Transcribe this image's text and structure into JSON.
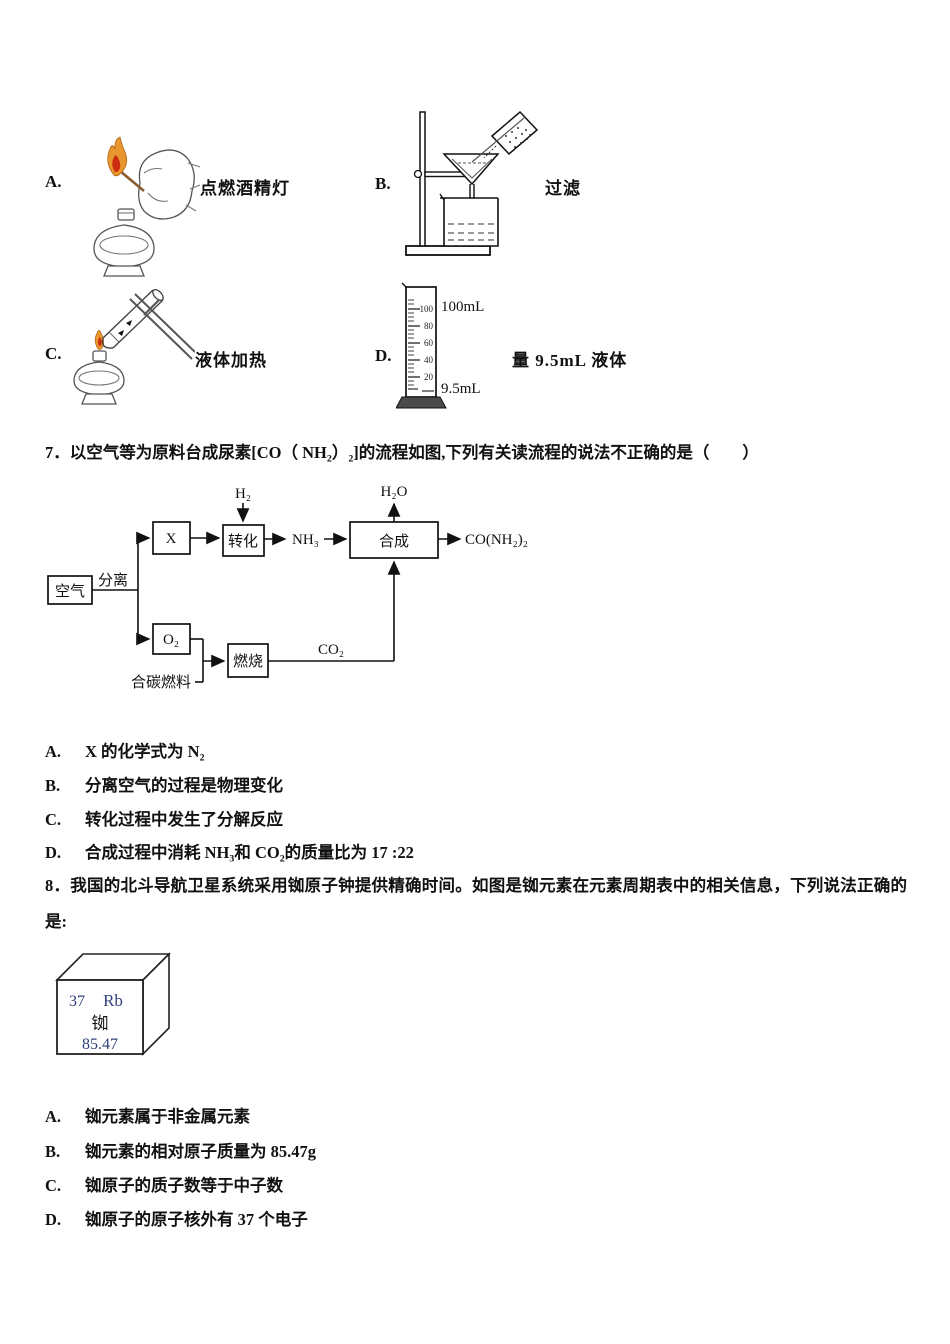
{
  "colors": {
    "flame_outer": "#e8962e",
    "flame_inner": "#cc2b10",
    "element_accent": "#31417c",
    "cylinder_base": "#4a4a4a"
  },
  "apparatus": {
    "a": {
      "label": "A.",
      "caption": "点燃酒精灯",
      "illustration": "lighting-alcohol-lamp"
    },
    "b": {
      "label": "B.",
      "caption": "过滤",
      "illustration": "filtration"
    },
    "c": {
      "label": "C.",
      "caption": "液体加热",
      "illustration": "heating-liquid"
    },
    "d": {
      "label": "D.",
      "caption": "量 9.5mL 液体",
      "illustration": "measuring-cylinder"
    },
    "cylinder": {
      "capacity_label": "100mL",
      "volume_label": "9.5mL",
      "ticks": [
        "100",
        "80",
        "60",
        "40",
        "20"
      ]
    }
  },
  "q7": {
    "number": "7．",
    "text": "以空气等为原料台成尿素[CO（ NH₂）₂]的流程如图,下列有关读流程的说法不正确的是（　　）",
    "diagram": {
      "air": "空气",
      "separate": "分离",
      "x": "X",
      "o2": "O₂",
      "convert": "转化",
      "synth": "合成",
      "burn": "燃烧",
      "h2": "H₂",
      "h2o": "H₂O",
      "nh3": "NH₃",
      "co2": "CO₂",
      "fuel": "合碳燃料",
      "product": "CO(NH₂)₂"
    },
    "options": [
      {
        "label": "A.",
        "text": "X 的化学式为 N₂"
      },
      {
        "label": "B.",
        "text": "分离空气的过程是物理变化"
      },
      {
        "label": "C.",
        "text": "转化过程中发生了分解反应"
      },
      {
        "label": "D.",
        "text": "合成过程中消耗 NH₃和 CO₂的质量比为 17 :22"
      }
    ]
  },
  "q8": {
    "number": "8．",
    "line1": "我国的北斗导航卫星系统采用铷原子钟提供精确时间。如图是铷元素在元素周期表中的相关信息，下列说法正确的",
    "line2": "是:",
    "element": {
      "atomic_number": "37",
      "symbol": "Rb",
      "name": "铷",
      "atomic_mass": "85.47"
    },
    "options": [
      {
        "label": "A.",
        "text": "铷元素属于非金属元素"
      },
      {
        "label": "B.",
        "text": "铷元素的相对原子质量为 85.47g"
      },
      {
        "label": "C.",
        "text": "铷原子的质子数等于中子数"
      },
      {
        "label": "D.",
        "text": "铷原子的原子核外有 37 个电子"
      }
    ]
  }
}
